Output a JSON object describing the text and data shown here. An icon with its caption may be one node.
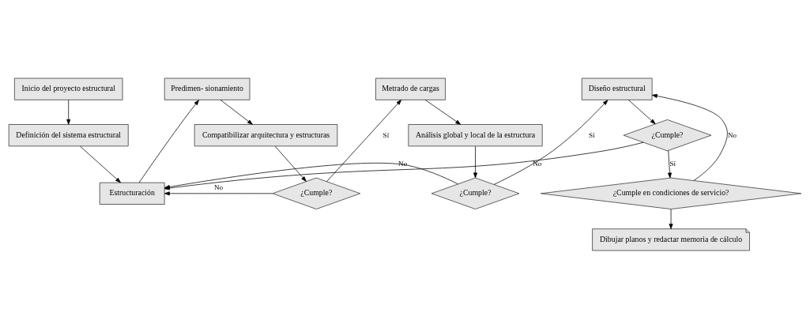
{
  "diagram": {
    "nodes": [
      {
        "text": [
          "Inicio del proyecto estructural"
        ]
      },
      {
        "text": [
          "Definición del sistema estructural"
        ]
      },
      {
        "text": [
          "Estructuración"
        ]
      },
      {
        "text": [
          "Predimen- sionamiento"
        ]
      },
      {
        "text": [
          "Compatibilizar arquitectura y estructuras"
        ]
      },
      {
        "text": [
          "¿Cumple?"
        ]
      },
      {
        "text": [
          "Metrado de cargas"
        ]
      },
      {
        "text": [
          "Análisis global y local de la estructura"
        ]
      },
      {
        "text": [
          "¿Cumple?"
        ]
      },
      {
        "text": [
          "Diseño estructural"
        ]
      },
      {
        "text": [
          "¿Cumple?"
        ]
      },
      {
        "text": [
          "¿Cumple en condiciones de servicio?"
        ]
      },
      {
        "text": [
          "Dibujar planos y redactar memoria de cálculo"
        ]
      }
    ],
    "edges": [
      {
        "from": 0,
        "to": 1,
        "arrow": "to"
      },
      {
        "from": 1,
        "to": 2,
        "arrow": "to"
      },
      {
        "from": 2,
        "to": 3,
        "arrow": "to"
      },
      {
        "from": 3,
        "to": 4,
        "arrow": "to"
      },
      {
        "from": 4,
        "to": 5,
        "arrow": "to"
      },
      {
        "from": 5,
        "to": 6,
        "arrow": "to",
        "label": "Sí"
      },
      {
        "from": 5,
        "to": 2,
        "arrow": "to",
        "label": "No"
      },
      {
        "from": 6,
        "to": 7,
        "arrow": "to"
      },
      {
        "from": 7,
        "to": 8,
        "arrow": "to"
      },
      {
        "from": 8,
        "to": 9,
        "arrow": "to",
        "label": "Sí"
      },
      {
        "from": 8,
        "to": 2,
        "arrow": "to",
        "label": "No"
      },
      {
        "from": 9,
        "to": 10,
        "arrow": "to"
      },
      {
        "from": 10,
        "to": 11,
        "arrow": "to",
        "label": "Sí"
      },
      {
        "from": 11,
        "to": 9,
        "arrow": "to",
        "label": "No"
      },
      {
        "from": 11,
        "to": 12,
        "arrow": "to"
      },
      {
        "from": 10,
        "to": 2,
        "arrow": "to",
        "label": "No"
      }
    ]
  }
}
